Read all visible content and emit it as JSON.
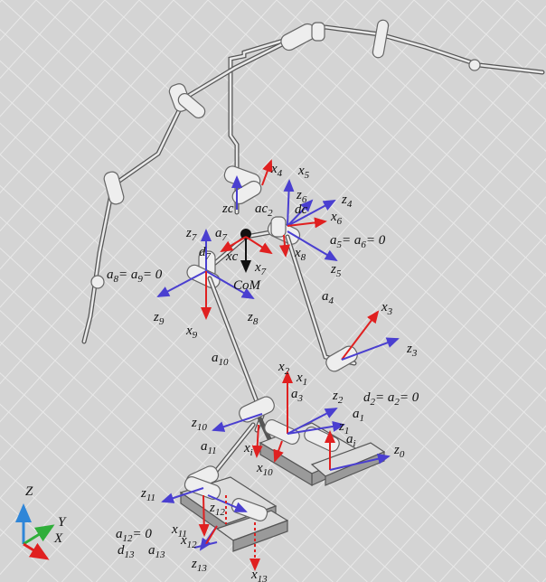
{
  "labels": {
    "x4": "x",
    "x4_sub": "4",
    "x5": "x",
    "x5_sub": "5",
    "z6": "z",
    "z6_sub": "6",
    "z4": "z",
    "z4_sub": "4",
    "zc": "zc",
    "ac2": "ac",
    "ac2_sub": "2",
    "dc": "dc",
    "x6": "x",
    "x6_sub": "6",
    "a5a6": "a",
    "a5_sub": "5",
    "a6": "= a",
    "a6_sub": "6",
    "a56_zero": "= 0",
    "z7": "z",
    "z7_sub": "7",
    "a7": "a",
    "a7_sub": "7",
    "d7": "d",
    "d7_sub": "7",
    "x8": "x",
    "x8_sub": "8",
    "z5": "z",
    "z5_sub": "5",
    "xc": "xc",
    "x7": "x",
    "x7_sub": "7",
    "a8a9": "a",
    "a8_sub": "8",
    "a9": "= a",
    "a9_sub": "9",
    "a89_zero": "= 0",
    "com": "CoM",
    "z9": "z",
    "z9_sub": "9",
    "z8": "z",
    "z8_sub": "8",
    "x9": "x",
    "x9_sub": "9",
    "a4": "a",
    "a4_sub": "4",
    "x3": "x",
    "x3_sub": "3",
    "z3": "z",
    "z3_sub": "3",
    "a10": "a",
    "a10_sub": "10",
    "x2": "x",
    "x2_sub": "2",
    "x1": "x",
    "x1_sub": "1",
    "a3": "a",
    "a3_sub": "3",
    "z2": "z",
    "z2_sub": "2",
    "d2a2": "d",
    "d2_sub": "2",
    "a2": "= a",
    "a2_sub": "2",
    "d2a2_zero": "= 0",
    "a1": "a",
    "a1_sub": "1",
    "z10": "z",
    "z10_sub": "10",
    "z1": "z",
    "z1_sub": "1",
    "ai": "a",
    "ai_sub": "i",
    "a11": "a",
    "a11_sub": "11",
    "xi": "x",
    "xi_sub": "i",
    "z0": "z",
    "z0_sub": "0",
    "x10": "x",
    "x10_sub": "10",
    "z11": "z",
    "z11_sub": "11",
    "a12": "a",
    "a12_sub": "12",
    "a12_zero": "= 0",
    "z12": "z",
    "z12_sub": "12",
    "x11": "x",
    "x11_sub": "11",
    "x12": "x",
    "x12_sub": "12",
    "d13": "d",
    "d13_sub": "13",
    "a13": "a",
    "a13_sub": "13",
    "z13": "z",
    "z13_sub": "13",
    "x13": "x",
    "x13_sub": "13",
    "world_z": "Z",
    "world_y": "Y",
    "world_x": "X"
  },
  "colors": {
    "background": "#d4d4d4",
    "grid": "#e8e8e8",
    "x_axis": "#e02020",
    "z_axis": "#4a3fd0",
    "com_arrow": "#111111",
    "world_z": "#2f86d8",
    "world_y": "#2fae3a",
    "world_x": "#e02020"
  }
}
